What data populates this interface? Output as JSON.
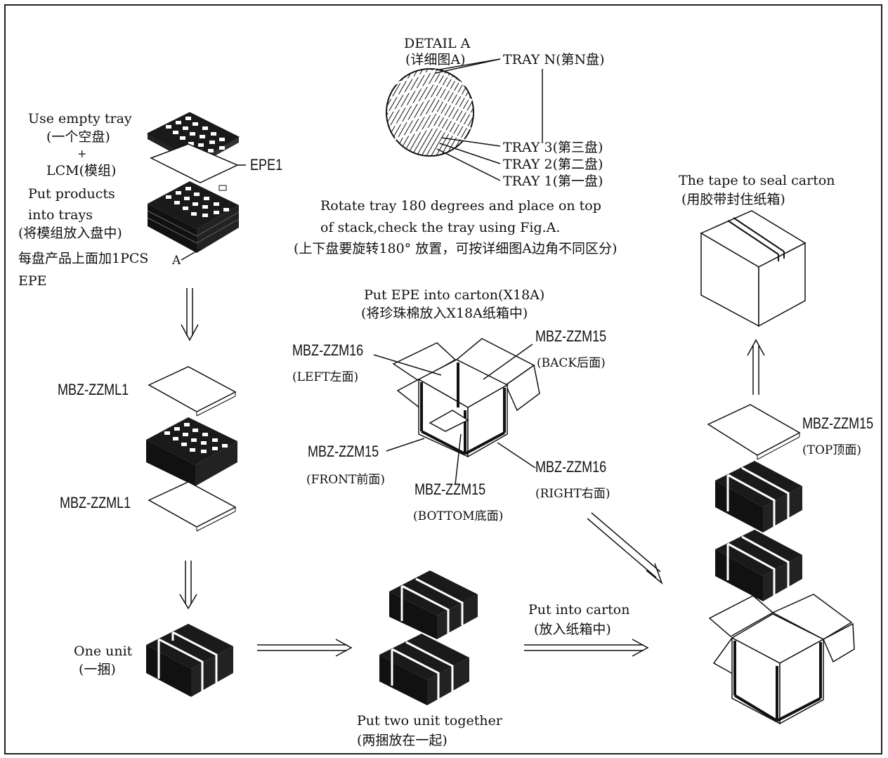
{
  "detail": {
    "title": "DETAIL A",
    "title_cn": "(详细图A)",
    "tray_n": "TRAY N(第N盘)",
    "tray_3": "TRAY 3(第三盘)",
    "tray_2": "TRAY 2(第二盘)",
    "tray_1": "TRAY 1(第一盘)",
    "rotate_line1": "Rotate tray 180 degrees and place on top",
    "rotate_line2": "of stack,check the tray using Fig.A.",
    "rotate_line3": "(上下盘要旋转180° 放置，可按详细图A边角不同区分)"
  },
  "step1": {
    "line1": "Use empty tray",
    "line2": "(一个空盘)",
    "plus": "+",
    "line3": "LCM(模组)",
    "line4": "Put products",
    "line5": "into trays",
    "line6": "(将模组放入盘中)",
    "line7": "每盘产品上面加1PCS",
    "line8": "EPE",
    "epe_label": "EPE1",
    "a_label": "A"
  },
  "stack": {
    "top_label": "MBZ-ZZML1",
    "bottom_label": "MBZ-ZZML1"
  },
  "unit": {
    "line1": "One unit",
    "line2": "(一捆)"
  },
  "carton_epe": {
    "title": "Put EPE into  carton(X18A)",
    "title_cn": "(将珍珠棉放入X18A纸箱中)",
    "left_code": "MBZ-ZZM16",
    "left_side": "(LEFT左面)",
    "back_code": "MBZ-ZZM15",
    "back_side": "(BACK后面)",
    "front_code": "MBZ-ZZM15",
    "front_side": "(FRONT前面)",
    "bottom_code": "MBZ-ZZM15",
    "bottom_side": "(BOTTOM底面)",
    "right_code": "MBZ-ZZM16",
    "right_side": "(RIGHT右面)"
  },
  "two_units": {
    "line1": "Put two unit together",
    "line2": "(两捆放在一起)"
  },
  "into_carton": {
    "line1": "Put into carton",
    "line2": "(放入纸箱中)"
  },
  "seal": {
    "line1": "The tape to seal carton",
    "line2": "(用胶带封住纸箱)"
  },
  "top_pad": {
    "code": "MBZ-ZZM15",
    "side": "(TOP顶面)"
  }
}
